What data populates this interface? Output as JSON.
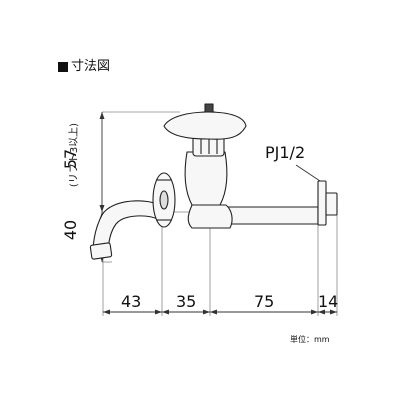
{
  "title": "寸法図",
  "thread_label": "PJ1/2",
  "vertical_dims": {
    "upper": "57",
    "lift_note": "(リフト3以上)",
    "lower": "40"
  },
  "horizontal_dims": [
    "43",
    "35",
    "75",
    "14"
  ],
  "unit_note": "単位：mm"
}
